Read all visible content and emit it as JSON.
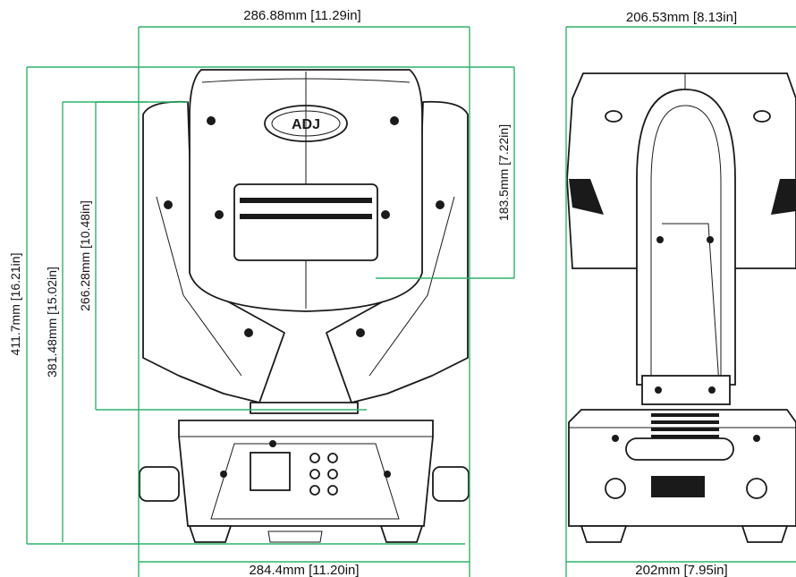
{
  "dimensions": {
    "front_top_width": "286.88mm [11.29in]",
    "front_bottom_width": "284.4mm [11.20in]",
    "total_height": "411.7mm [16.21in]",
    "body_height": "381.48mm [15.02in]",
    "arm_height": "266.28mm [10.48in]",
    "head_height": "183.5mm [7.22in]",
    "side_top_width": "206.53mm [8.13in]",
    "side_bottom_width": "202mm [7.95in]"
  },
  "logo_text": "ADJ",
  "colors": {
    "dimension_line": "#2fb36a",
    "outline": "#1a1a1a",
    "background": "#ffffff"
  }
}
